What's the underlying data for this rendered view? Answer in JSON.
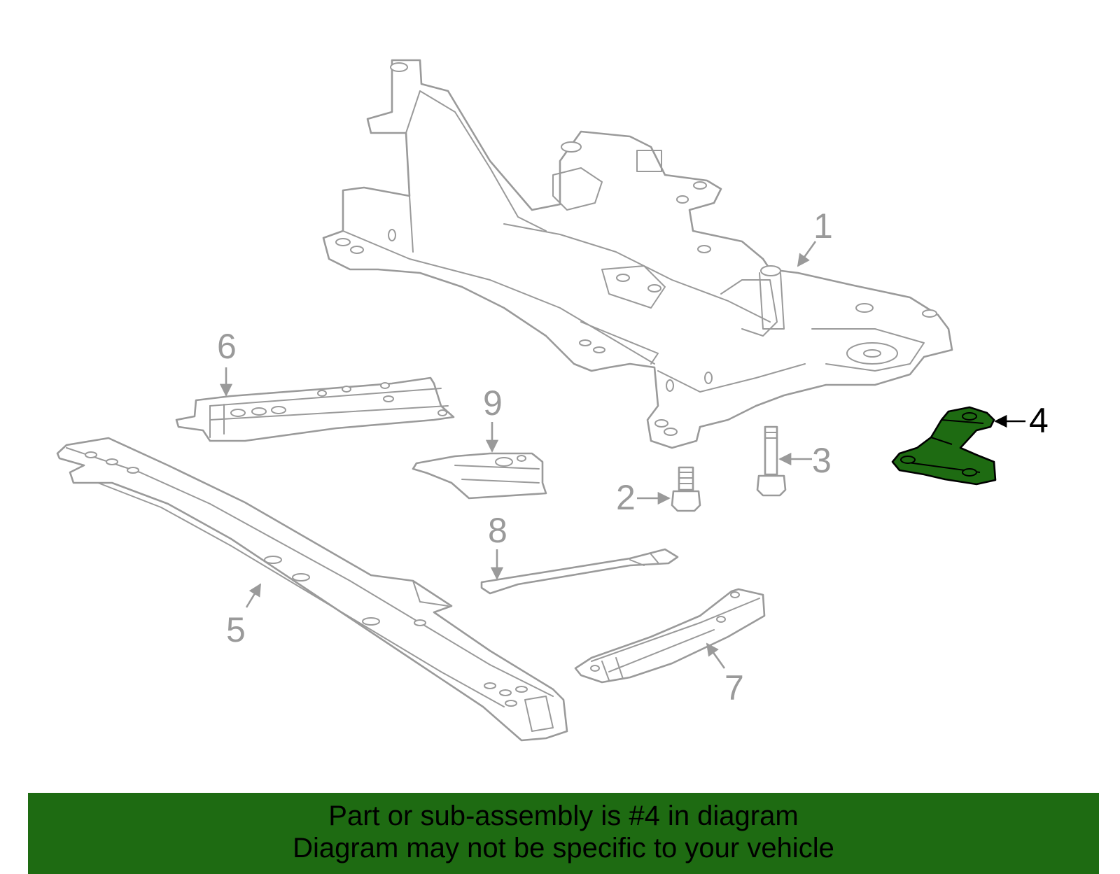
{
  "diagram": {
    "highlighted_part": "4",
    "callouts": [
      "1",
      "2",
      "3",
      "4",
      "5",
      "6",
      "7",
      "8",
      "9"
    ],
    "colors": {
      "part_outline": "#9a9a9a",
      "highlight_fill": "#1e6b12",
      "highlight_outline": "#000000"
    }
  },
  "banner": {
    "line1": "Part or sub-assembly is #4 in diagram",
    "line2": "Diagram may not be specific to your vehicle",
    "background": "#1e6b12"
  }
}
